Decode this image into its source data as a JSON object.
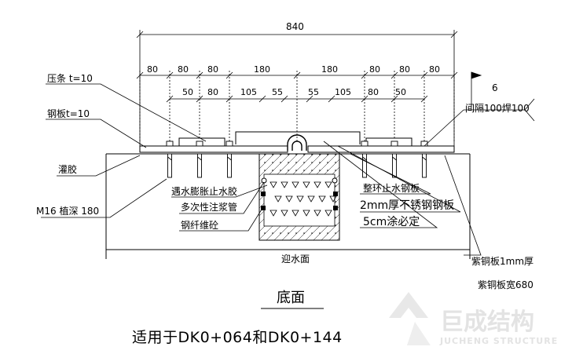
{
  "drawing": {
    "overall_width": "840",
    "top_dims": [
      "80",
      "80",
      "80",
      "180",
      "180",
      "80",
      "80",
      "80"
    ],
    "second_dims": [
      "50",
      "80",
      "105",
      "55",
      "55",
      "105",
      "80",
      "50"
    ],
    "weld_symbol_value": "6",
    "weld_spacing_note": "间隔100焊100",
    "title": "底面",
    "caption": "适用于DK0+064和DK0+144"
  },
  "labels": {
    "pressure_strip": "压条 t=10",
    "steel_plate": "钢板t=10",
    "grout": "灌胶",
    "bolt": "M16 植深 180",
    "swell_stop": "遇水膨胀止水胶",
    "grout_pipe": "多次性注浆管",
    "fiber_concrete": "钢纤维砼",
    "ring_plate": "整环止水钢板",
    "stainless": "2mm厚不锈钢钢板",
    "coating": "5cm涂必定",
    "water_face": "迎水面",
    "copper_thickness": "紫铜板1mm厚",
    "copper_width": "紫铜板宽680"
  },
  "watermark": {
    "cn": "巨成结构",
    "en": "JUCHENG STRUCTURE"
  },
  "colors": {
    "line": "#000000",
    "watermark": "#e3e3e3"
  }
}
